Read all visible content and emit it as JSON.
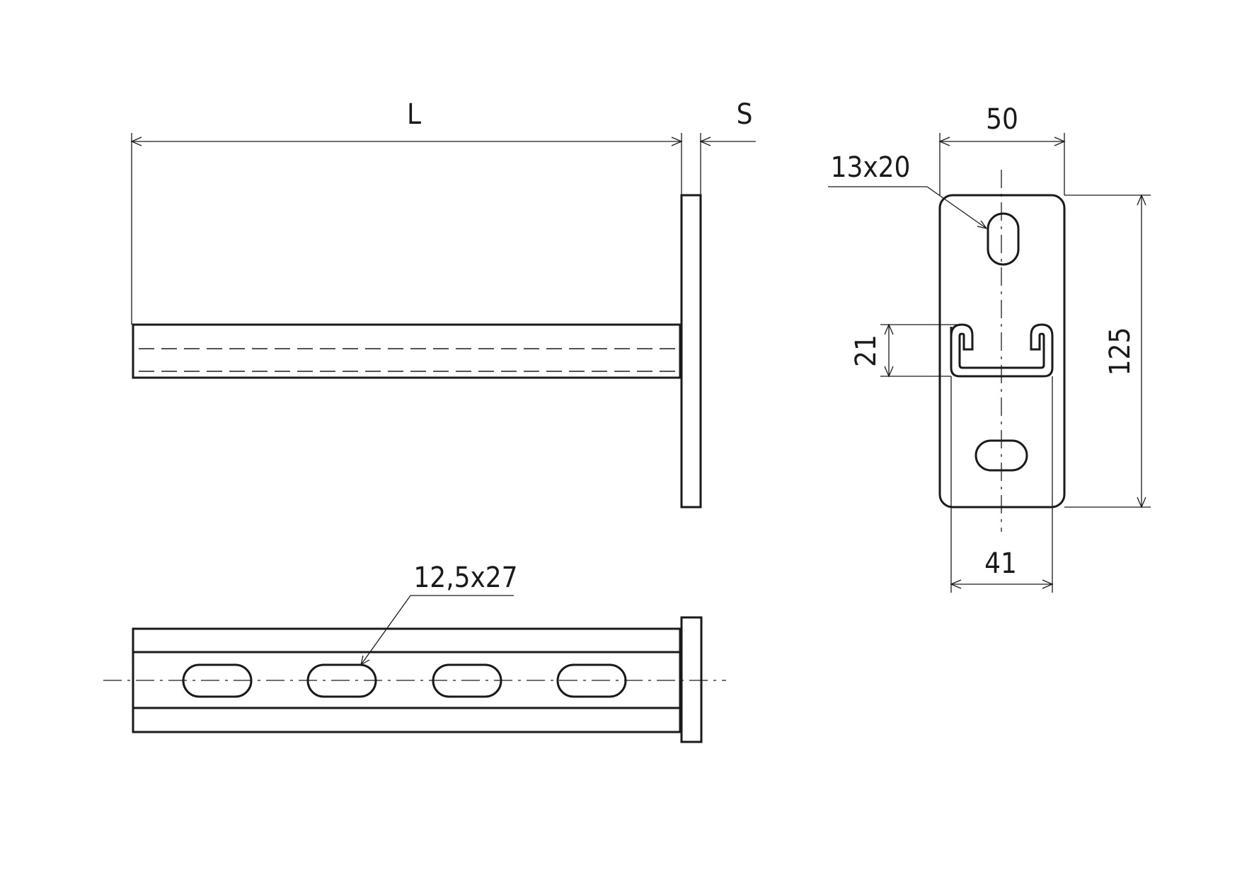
{
  "labels": {
    "length": "L",
    "plate_thickness": "S",
    "plate_width": "50",
    "top_slot": "13x20",
    "profile_height": "21",
    "plate_height": "125",
    "inner_width": "41",
    "arm_slot": "12,5x27"
  }
}
